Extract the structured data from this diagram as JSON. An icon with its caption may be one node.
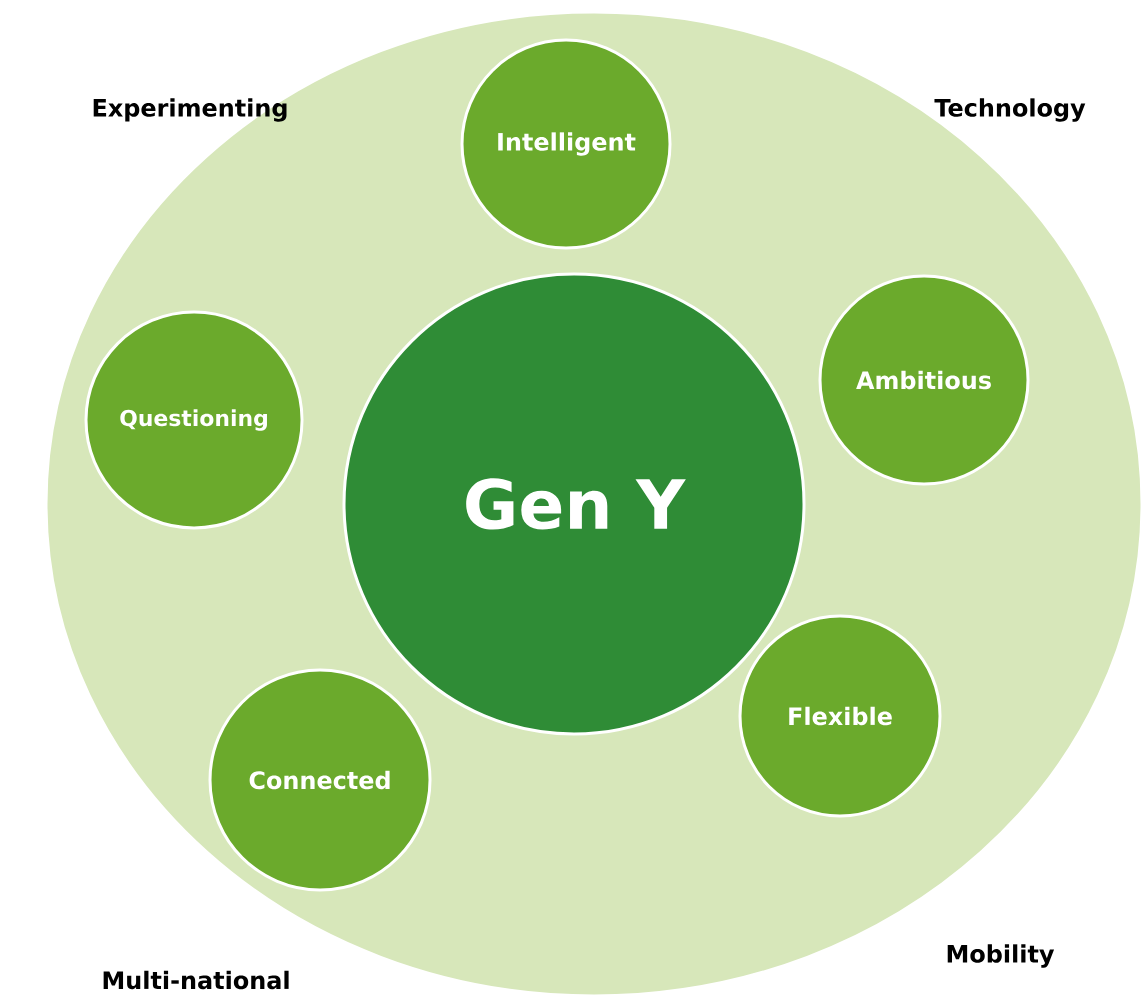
{
  "diagram": {
    "nodes": [
      {
        "text": [],
        "shape": "circle"
      },
      {
        "text": [
          "Gen Y"
        ],
        "in": 0
      },
      {
        "text": [
          "Intelligent"
        ],
        "in": 0
      },
      {
        "text": [
          "Ambitious"
        ],
        "in": 0
      },
      {
        "text": [
          "Flexible"
        ],
        "in": 0
      },
      {
        "text": [
          "Connected"
        ],
        "in": 0
      },
      {
        "text": [
          "Questioning"
        ],
        "in": 0
      }
    ],
    "labels": [
      "Experimenting",
      "Technology",
      "Multi-national",
      "Mobility"
    ]
  }
}
